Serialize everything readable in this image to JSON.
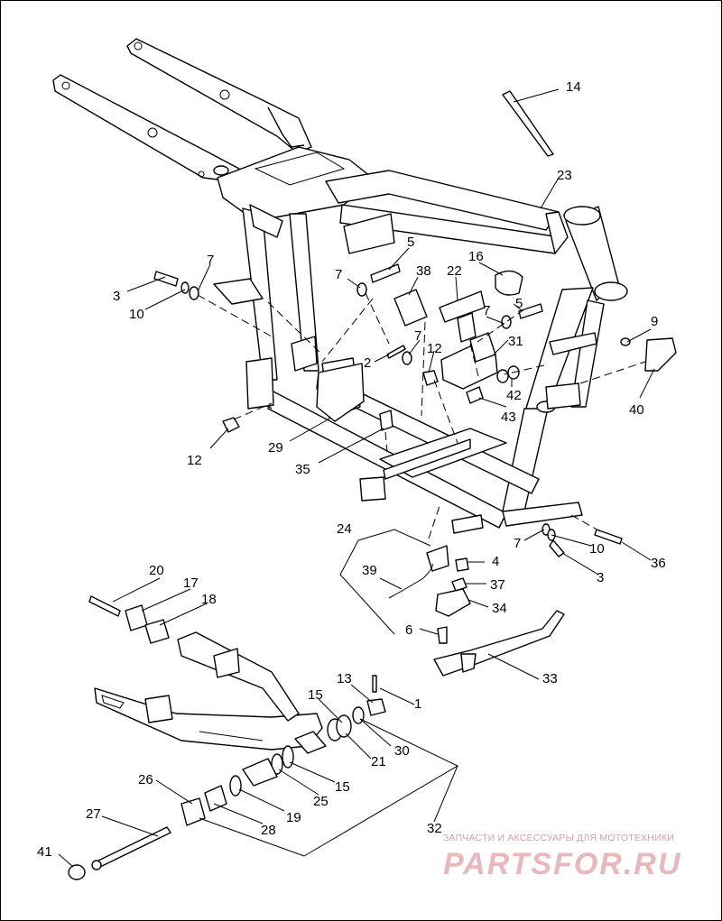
{
  "callouts": {
    "c1": "1",
    "c2": "2",
    "c3a": "3",
    "c3b": "3",
    "c4": "4",
    "c5a": "5",
    "c5b": "5",
    "c6": "6",
    "c7a": "7",
    "c7b": "7",
    "c7c": "7",
    "c7d": "7",
    "c7e": "7",
    "c9": "9",
    "c10a": "10",
    "c10b": "10",
    "c12a": "12",
    "c12b": "12",
    "c13": "13",
    "c14": "14",
    "c15a": "15",
    "c15b": "15",
    "c16": "16",
    "c17": "17",
    "c18": "18",
    "c19": "19",
    "c20": "20",
    "c21": "21",
    "c22": "22",
    "c23": "23",
    "c24": "24",
    "c25": "25",
    "c26": "26",
    "c27": "27",
    "c28": "28",
    "c29": "29",
    "c30": "30",
    "c31": "31",
    "c32": "32",
    "c33": "33",
    "c34": "34",
    "c35": "35",
    "c36": "36",
    "c37": "37",
    "c38": "38",
    "c39": "39",
    "c40": "40",
    "c41": "41",
    "c42": "42",
    "c43": "43"
  },
  "watermark": {
    "caption": "ЗАПЧАСТИ И АКСЕССУАРЫ ДЛЯ МОТОТЕХНИКИ",
    "logo_text": "PARTSFOR.RU",
    "color": "#d6a0a4"
  }
}
